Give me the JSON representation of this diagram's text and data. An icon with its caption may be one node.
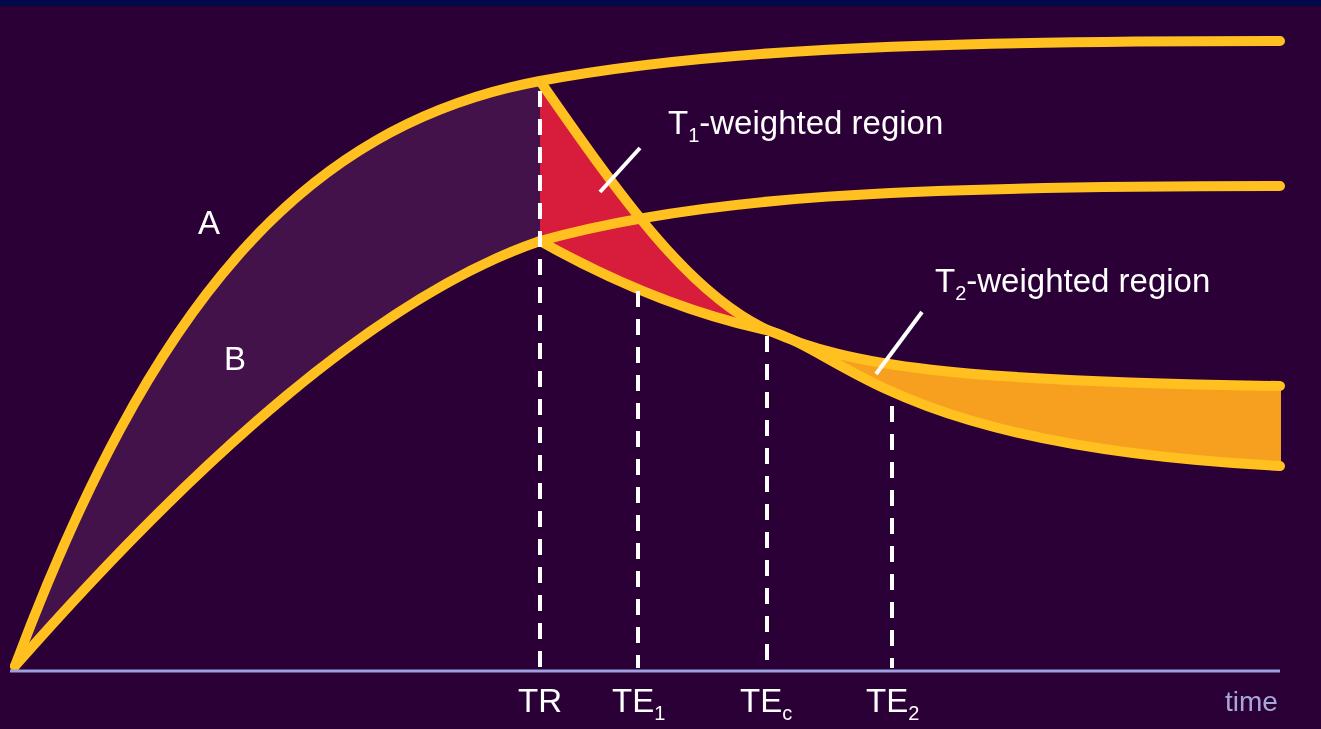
{
  "diagram": {
    "nodes": [
      {
        "text": [
          "T$_{1}$-weighted region"
        ]
      },
      {
        "text": [],
        "shape": "area"
      },
      {
        "text": [
          "T$_{2}$-weighted region"
        ]
      },
      {
        "text": [],
        "shape": "band"
      }
    ],
    "edges": [
      {
        "from": 0,
        "to": 1,
        "arrow": "none"
      },
      {
        "from": 2,
        "to": 3,
        "arrow": "none"
      }
    ],
    "labels": [
      "A",
      "B",
      "TR",
      "TE$_{1}$",
      "TE$_{c}$",
      "TE$_{2}$",
      "time"
    ]
  }
}
